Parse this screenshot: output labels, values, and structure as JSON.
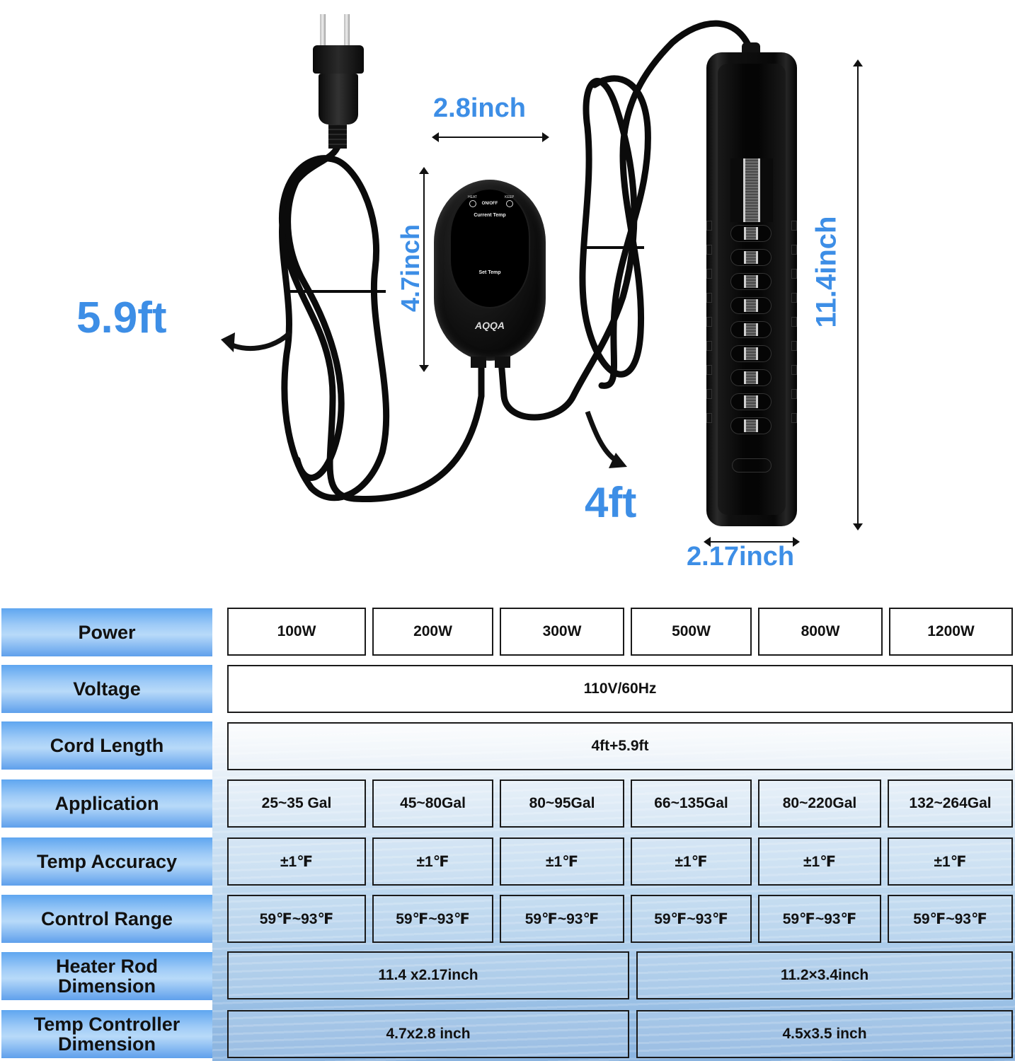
{
  "illustration": {
    "dimensions": {
      "plug_cord_length": "5.9ft",
      "controller_width": "2.8inch",
      "controller_height": "4.7inch",
      "heater_cord_length": "4ft",
      "heater_length": "11.4inch",
      "heater_width": "2.17inch"
    },
    "controller": {
      "led_left_label": "HEAT",
      "led_right_label": "KEEP",
      "button_label": "ON/OFF",
      "current_temp_label": "Current Temp",
      "set_temp_label": "Set Temp",
      "logo": "AQQA"
    },
    "colors": {
      "dimension_blue": "#3d8ee6",
      "label_gradient_blue": "#5fa6f0"
    }
  },
  "spec_table": {
    "rows": [
      {
        "label": "Power",
        "cells": [
          "100W",
          "200W",
          "300W",
          "500W",
          "800W",
          "1200W"
        ]
      },
      {
        "label": "Voltage",
        "cells": [
          "110V/60Hz"
        ]
      },
      {
        "label": "Cord Length",
        "cells": [
          "4ft+5.9ft"
        ]
      },
      {
        "label": "Application",
        "cells": [
          "25~35 Gal",
          "45~80Gal",
          "80~95Gal",
          "66~135Gal",
          "80~220Gal",
          "132~264Gal"
        ]
      },
      {
        "label": "Temp Accuracy",
        "cells": [
          "±1℉",
          "±1℉",
          "±1℉",
          "±1℉",
          "±1℉",
          "±1℉"
        ]
      },
      {
        "label": "Control Range",
        "cells": [
          "59℉~93℉",
          "59℉~93℉",
          "59℉~93℉",
          "59℉~93℉",
          "59℉~93℉",
          "59℉~93℉"
        ]
      },
      {
        "label_line1": "Heater Rod",
        "label_line2": "Dimension",
        "cells": [
          "11.4 x2.17inch",
          "11.2×3.4inch"
        ]
      },
      {
        "label_line1": "Temp Controller",
        "label_line2": "Dimension",
        "cells": [
          "4.7x2.8 inch",
          "4.5x3.5 inch"
        ]
      }
    ]
  }
}
